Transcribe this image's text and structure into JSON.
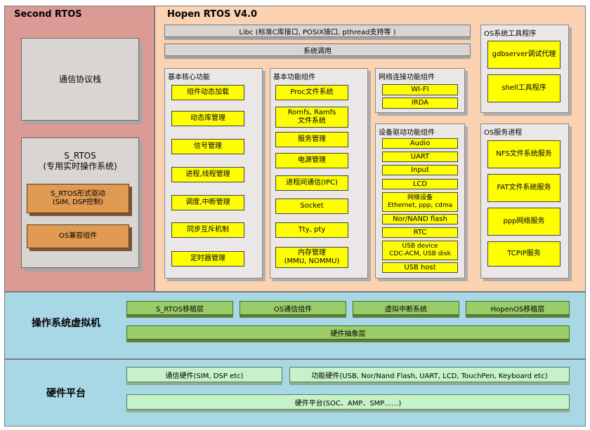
{
  "second_rtos": {
    "title": "Second RTOS",
    "protocol_stack": "通信协议栈",
    "srtos": {
      "name": "S_RTOS",
      "desc": "(专用实时操作系统)"
    },
    "driver": {
      "line1": "S_RTOS形式驱动",
      "line2": "(SIM, DSP控制)"
    },
    "compat": "OS兼容组件"
  },
  "hopen": {
    "title": "Hopen RTOS V4.0",
    "libc": "Libc (标准C库接口, POSIX接口, pthread支持等 )",
    "syscall": "系统调用",
    "core": {
      "title": "基本核心功能",
      "items": [
        "组件动态加载",
        "动态库管理",
        "信号管理",
        "进程,线程管理",
        "调度,中断管理",
        "同步互斥机制",
        "定时器管理"
      ]
    },
    "basic": {
      "title": "基本功能组件",
      "items": [
        "Proc文件系统",
        "Romfs, Ramfs",
        "文件系统",
        "服务管理",
        "电源管理",
        "进程间通信(IPC)",
        "Socket",
        "Tty, pty",
        "内存管理",
        "(MMU, NOMMU)"
      ]
    },
    "net": {
      "title": "网络连接功能组件",
      "items": [
        "WI-FI",
        "IRDA"
      ]
    },
    "drivers": {
      "title": "设备驱动功能组件",
      "items": [
        "Audio",
        "UART",
        "Input",
        "LCD",
        "网络设备",
        "Ethernet, ppp, cdma",
        "Nor/NAND flash",
        "RTC",
        "USB device",
        "CDC-ACM, USB disk",
        "USB host"
      ]
    },
    "tools": {
      "title": "OS系统工具程序",
      "items": [
        "gdbserver调试代理",
        "shell工具程序"
      ]
    },
    "services": {
      "title": "OS服务进程",
      "items": [
        "NFS文件系统服务",
        "FAT文件系统服务",
        "ppp网络服务",
        "TCPIP服务"
      ]
    }
  },
  "vm": {
    "label": "操作系统虚拟机",
    "items": [
      "S_RTOS移植层",
      "OS通信组件",
      "虚拟中断系统",
      "HopenOS移植层"
    ],
    "hal": "硬件抽象层"
  },
  "hw": {
    "label": "硬件平台",
    "comm": "通信硬件(SIM, DSP etc)",
    "func": "功能硬件(USB, Nor/Nand Flash, UART, LCD, TouchPen, Keyboard etc)",
    "platform": "硬件平台(SOC、AMP、SMP……)"
  },
  "colors": {
    "second_bg": "#dc9a95",
    "hopen_bg": "#fbd3b3",
    "vm_bg": "#a8d8e6",
    "hw_bg": "#a8d8e6",
    "yellow": "#ffff00",
    "green": "#9acd6a",
    "light_green": "#c6f2c9",
    "orange": "#e09a52"
  }
}
